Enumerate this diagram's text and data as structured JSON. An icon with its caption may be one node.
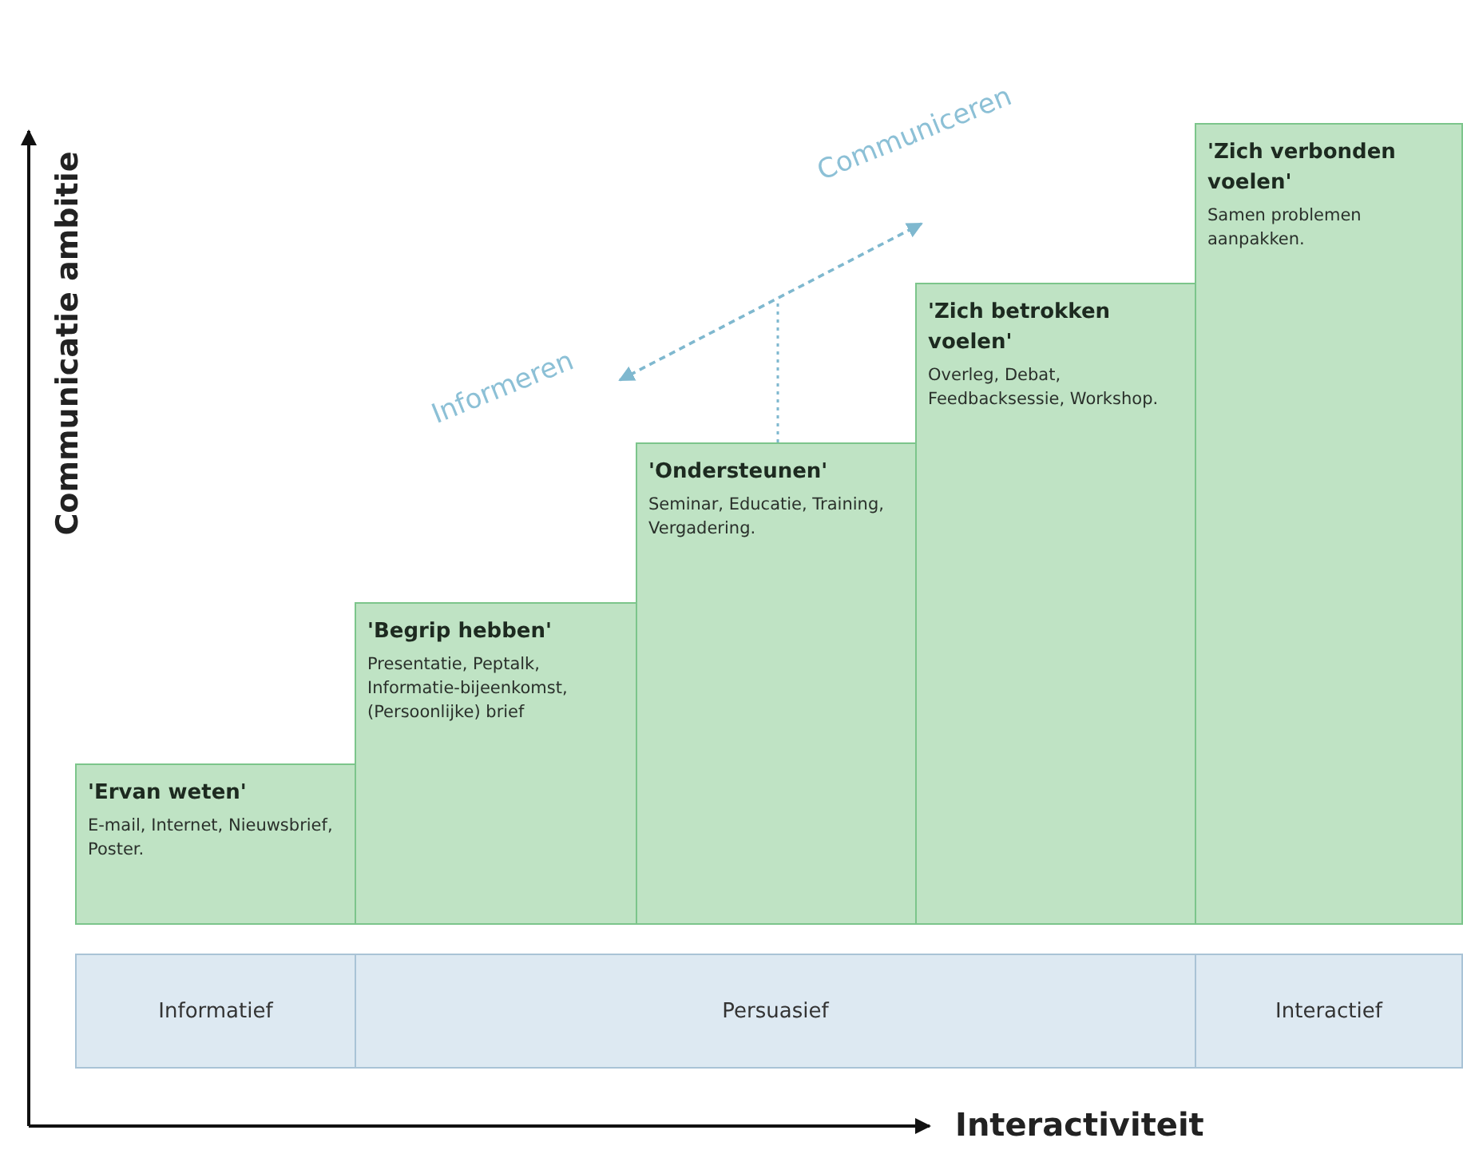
{
  "diagram": {
    "nodes": [
      {
        "text": [
          "'Ervan weten'",
          "E-mail, Internet, Nieuwsbrief, Poster."
        ]
      },
      {
        "text": [
          "'Begrip hebben'",
          "Presentatie, Peptalk, Informatie-bijeenkomst, (Persoonlijke) brief"
        ]
      },
      {
        "text": [
          "'Ondersteunen'",
          "Seminar, Educatie, Training, Vergadering."
        ]
      },
      {
        "text": [
          "'Zich betrokken voelen'",
          "Overleg, Debat, Feedbacksessie, Workshop."
        ]
      },
      {
        "text": [
          "'Zich verbonden voelen'",
          "Samen problemen aanpakken."
        ]
      },
      {
        "text": [
          "Informatief"
        ]
      },
      {
        "text": [
          "Persuasief"
        ]
      },
      {
        "text": [
          "Interactief"
        ]
      },
      {
        "text": [
          "Informeren"
        ]
      },
      {
        "text": [
          "Communiceren"
        ]
      }
    ],
    "edges": [
      {
        "from": 8,
        "to": 9,
        "arrow": "both",
        "style": "dashed"
      },
      {
        "from": null,
        "to": 2,
        "arrow": "none",
        "style": "dashed"
      }
    ],
    "labels": [
      "Communicatie ambitie",
      "Interactiviteit"
    ]
  }
}
